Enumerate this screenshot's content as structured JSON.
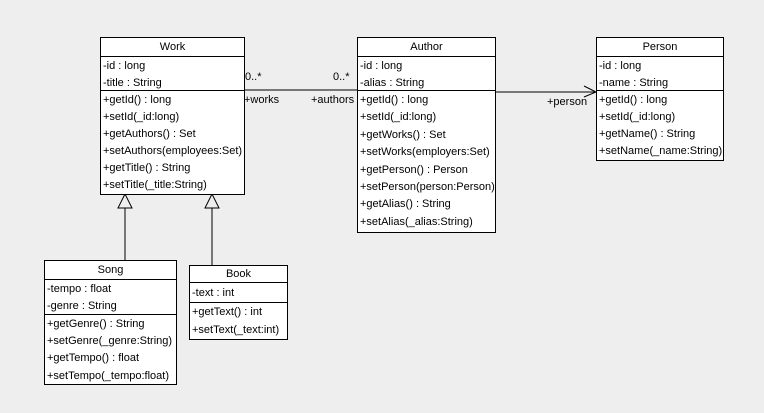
{
  "diagram": {
    "background_color": "#eeeeee",
    "box_fill_color": "#ffffff",
    "line_color": "#000000",
    "classes": [
      {
        "name": "Work",
        "attributes": [
          "-id : long",
          "-title : String"
        ],
        "methods": [
          "+getId() : long",
          "+setId(_id:long)",
          "+getAuthors() : Set",
          "+setAuthors(employees:Set)",
          "+getTitle() : String",
          "+setTitle(_title:String)"
        ]
      },
      {
        "name": "Author",
        "attributes": [
          "-id : long",
          "-alias : String"
        ],
        "methods": [
          "+getId() : long",
          "+setId(_id:long)",
          "+getWorks() : Set",
          "+setWorks(employers:Set)",
          "+getPerson() : Person",
          "+setPerson(person:Person)",
          "+getAlias() : String",
          "+setAlias(_alias:String)"
        ]
      },
      {
        "name": "Person",
        "attributes": [
          "-id : long",
          "-name : String"
        ],
        "methods": [
          "+getId() : long",
          "+setId(_id:long)",
          "+getName() : String",
          "+setName(_name:String)"
        ]
      },
      {
        "name": "Song",
        "attributes": [
          "-tempo : float",
          "-genre : String"
        ],
        "methods": [
          "+getGenre() : String",
          "+setGenre(_genre:String)",
          "+getTempo() : float",
          "+setTempo(_tempo:float)"
        ]
      },
      {
        "name": "Book",
        "attributes": [
          "-text : int"
        ],
        "methods": [
          "+getText() : int",
          "+setText(_text:int)"
        ]
      }
    ],
    "associations": {
      "work_author": {
        "source_multiplicity": "0..*",
        "target_multiplicity": "0..*",
        "source_role": "+works",
        "target_role": "+authors"
      },
      "author_person": {
        "target_role": "+person"
      }
    }
  }
}
